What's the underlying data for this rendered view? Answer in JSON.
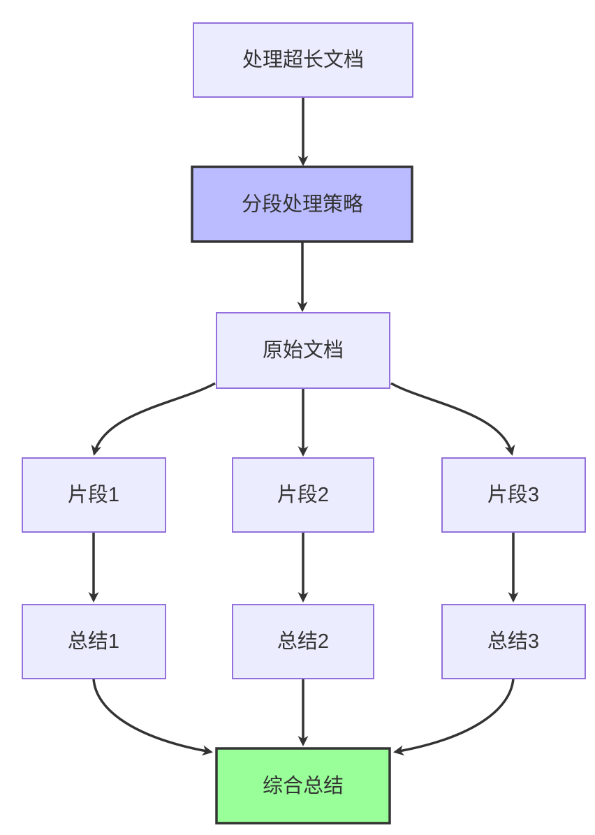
{
  "diagram": {
    "type": "flowchart",
    "direction": "top-down",
    "nodes": [
      {
        "id": "A",
        "label": "处理超长文档",
        "style": "default"
      },
      {
        "id": "B",
        "label": "分段处理策略",
        "style": "purple-highlight"
      },
      {
        "id": "C",
        "label": "原始文档",
        "style": "default"
      },
      {
        "id": "D",
        "label": "片段1",
        "style": "default"
      },
      {
        "id": "E",
        "label": "片段2",
        "style": "default"
      },
      {
        "id": "F",
        "label": "片段3",
        "style": "default"
      },
      {
        "id": "G",
        "label": "总结1",
        "style": "default"
      },
      {
        "id": "H",
        "label": "总结2",
        "style": "default"
      },
      {
        "id": "I",
        "label": "总结3",
        "style": "default"
      },
      {
        "id": "J",
        "label": "综合总结",
        "style": "green-highlight"
      }
    ],
    "edges": [
      {
        "from": "处理超长文档",
        "to": "分段处理策略"
      },
      {
        "from": "分段处理策略",
        "to": "原始文档"
      },
      {
        "from": "原始文档",
        "to": "片段1"
      },
      {
        "from": "原始文档",
        "to": "片段2"
      },
      {
        "from": "原始文档",
        "to": "片段3"
      },
      {
        "from": "片段1",
        "to": "总结1"
      },
      {
        "from": "片段2",
        "to": "总结2"
      },
      {
        "from": "片段3",
        "to": "总结3"
      },
      {
        "from": "总结1",
        "to": "综合总结"
      },
      {
        "from": "总结2",
        "to": "综合总结"
      },
      {
        "from": "总结3",
        "to": "综合总结"
      }
    ],
    "colors": {
      "background": "#ffffff",
      "node_fill": "#ECECFF",
      "node_border": "#9370DB",
      "highlight_fill": "#bbbbff",
      "green_fill": "#99ff99",
      "dark_border": "#333333",
      "edge": "#333333",
      "text": "#333333"
    }
  }
}
